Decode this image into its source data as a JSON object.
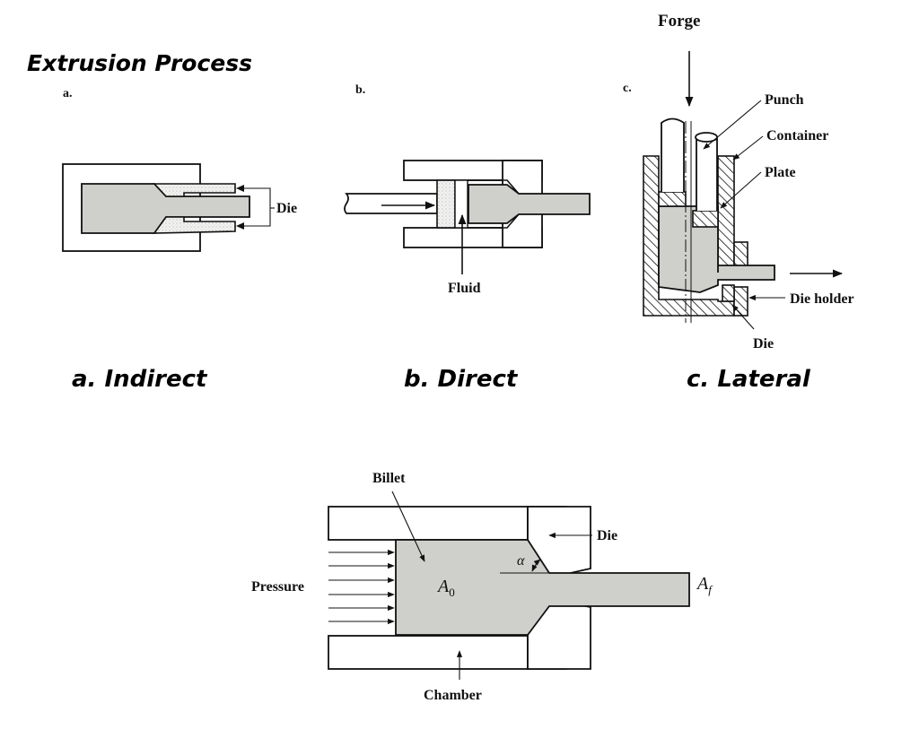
{
  "title": "Extrusion Process",
  "panels": {
    "a": {
      "letter": "a.",
      "caption": "a. Indirect",
      "labels": {
        "die": "Die"
      }
    },
    "b": {
      "letter": "b.",
      "caption": "b. Direct",
      "labels": {
        "fluid": "Fluid"
      }
    },
    "c": {
      "letter": "c.",
      "caption": "c. Lateral",
      "labels": {
        "forge": "Forge",
        "punch": "Punch",
        "container": "Container",
        "plate": "Plate",
        "die_holder": "Die holder",
        "die": "Die"
      }
    }
  },
  "main_diagram": {
    "labels": {
      "billet": "Billet",
      "die": "Die",
      "pressure": "Pressure",
      "chamber": "Chamber",
      "alpha": "α",
      "a0_base": "A",
      "a0_sub": "0",
      "af_base": "A",
      "af_sub": "f"
    }
  },
  "colors": {
    "metal_fill": "#cfcfcc",
    "line": "#111111",
    "background": "#ffffff"
  }
}
